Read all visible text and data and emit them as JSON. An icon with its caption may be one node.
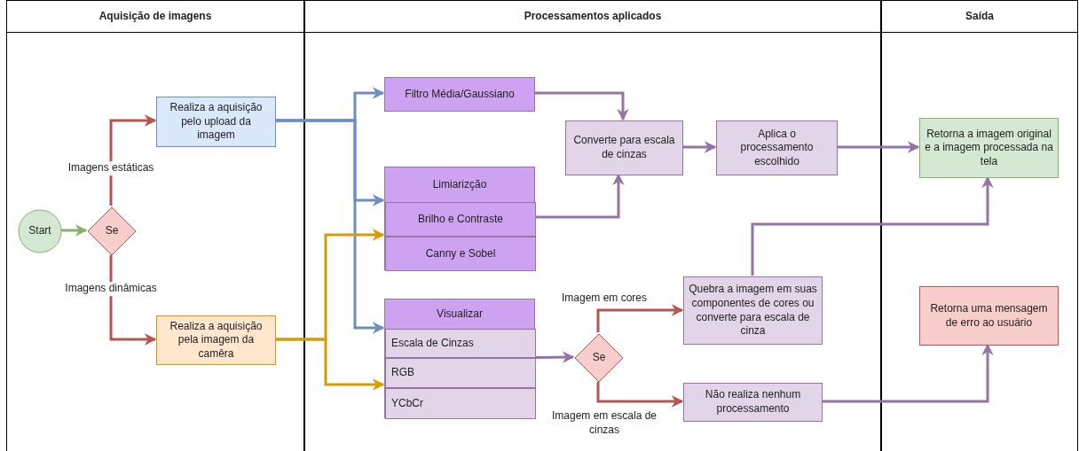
{
  "diagram": {
    "nodes": [
      {
        "text": [
          "Aquisição de imagens"
        ]
      },
      {
        "text": [
          "Processamentos aplicados"
        ]
      },
      {
        "text": [
          "Saída"
        ]
      },
      {
        "text": [
          "Start"
        ],
        "in": 0
      },
      {
        "text": [
          "Se"
        ],
        "in": 0
      },
      {
        "text": [
          "Realiza a aquisição pelo upload da imagem"
        ],
        "in": 0
      },
      {
        "text": [
          "Realiza a aquisição pela imagem da camêra"
        ],
        "in": 0
      },
      {
        "text": [
          "Filtro Média/Gaussiano"
        ],
        "in": 1
      },
      {
        "text": [
          "Limiarizção"
        ],
        "in": 1
      },
      {
        "text": [
          "Brilho e Contraste"
        ],
        "in": 8
      },
      {
        "text": [
          "Canny e Sobel"
        ],
        "in": 8
      },
      {
        "text": [
          "Visualizar"
        ],
        "in": 1
      },
      {
        "text": [
          "Escala de Cinzas"
        ],
        "in": 11
      },
      {
        "text": [
          "RGB"
        ],
        "in": 11
      },
      {
        "text": [
          "YCbCr"
        ],
        "in": 11
      },
      {
        "text": [
          "Converte para escala de cinzas"
        ],
        "in": 1
      },
      {
        "text": [
          "Aplica o processamento escolhido"
        ],
        "in": 1
      },
      {
        "text": [
          "Se"
        ],
        "in": 1
      },
      {
        "text": [
          "Quebra a imagem em suas componentes de cores ou converte para escala de cinza"
        ],
        "in": 1
      },
      {
        "text": [
          "Não realiza nenhum processamento"
        ],
        "in": 1
      },
      {
        "text": [
          "Retorna a imagem original e a imagem processada na tela"
        ],
        "in": 2
      },
      {
        "text": [
          "Retorna uma mensagem de erro ao usuário"
        ],
        "in": 2
      }
    ],
    "edges": [
      {
        "from": 3,
        "to": 4,
        "arrow": "to",
        "color": "#82b366"
      },
      {
        "from": 4,
        "to": 5,
        "arrow": "to",
        "label": "Imagens estáticas",
        "color": "#b85450"
      },
      {
        "from": 4,
        "to": 6,
        "arrow": "to",
        "label": "Imagens dinâmicas",
        "color": "#b85450"
      },
      {
        "from": 5,
        "to": 7,
        "arrow": "to",
        "color": "#6c8ebf"
      },
      {
        "from": 5,
        "to": 8,
        "arrow": "to",
        "color": "#6c8ebf"
      },
      {
        "from": 5,
        "to": 11,
        "arrow": "to",
        "color": "#6c8ebf"
      },
      {
        "from": 6,
        "to": 8,
        "arrow": "to",
        "color": "#d79b00"
      },
      {
        "from": 6,
        "to": 11,
        "arrow": "to",
        "color": "#d79b00"
      },
      {
        "from": 7,
        "to": 15,
        "arrow": "to"
      },
      {
        "from": 9,
        "to": 15,
        "arrow": "to"
      },
      {
        "from": 15,
        "to": 16,
        "arrow": "to"
      },
      {
        "from": 16,
        "to": 20,
        "arrow": "to"
      },
      {
        "from": 11,
        "to": 17,
        "arrow": "to"
      },
      {
        "from": 17,
        "to": 18,
        "arrow": "to",
        "label": "Imagem em cores",
        "color": "#b85450"
      },
      {
        "from": 17,
        "to": 19,
        "arrow": "to",
        "label": "Imagem em escala de cinzas",
        "color": "#b85450"
      },
      {
        "from": 18,
        "to": 20,
        "arrow": "to"
      },
      {
        "from": 19,
        "to": 21,
        "arrow": "to"
      }
    ]
  }
}
